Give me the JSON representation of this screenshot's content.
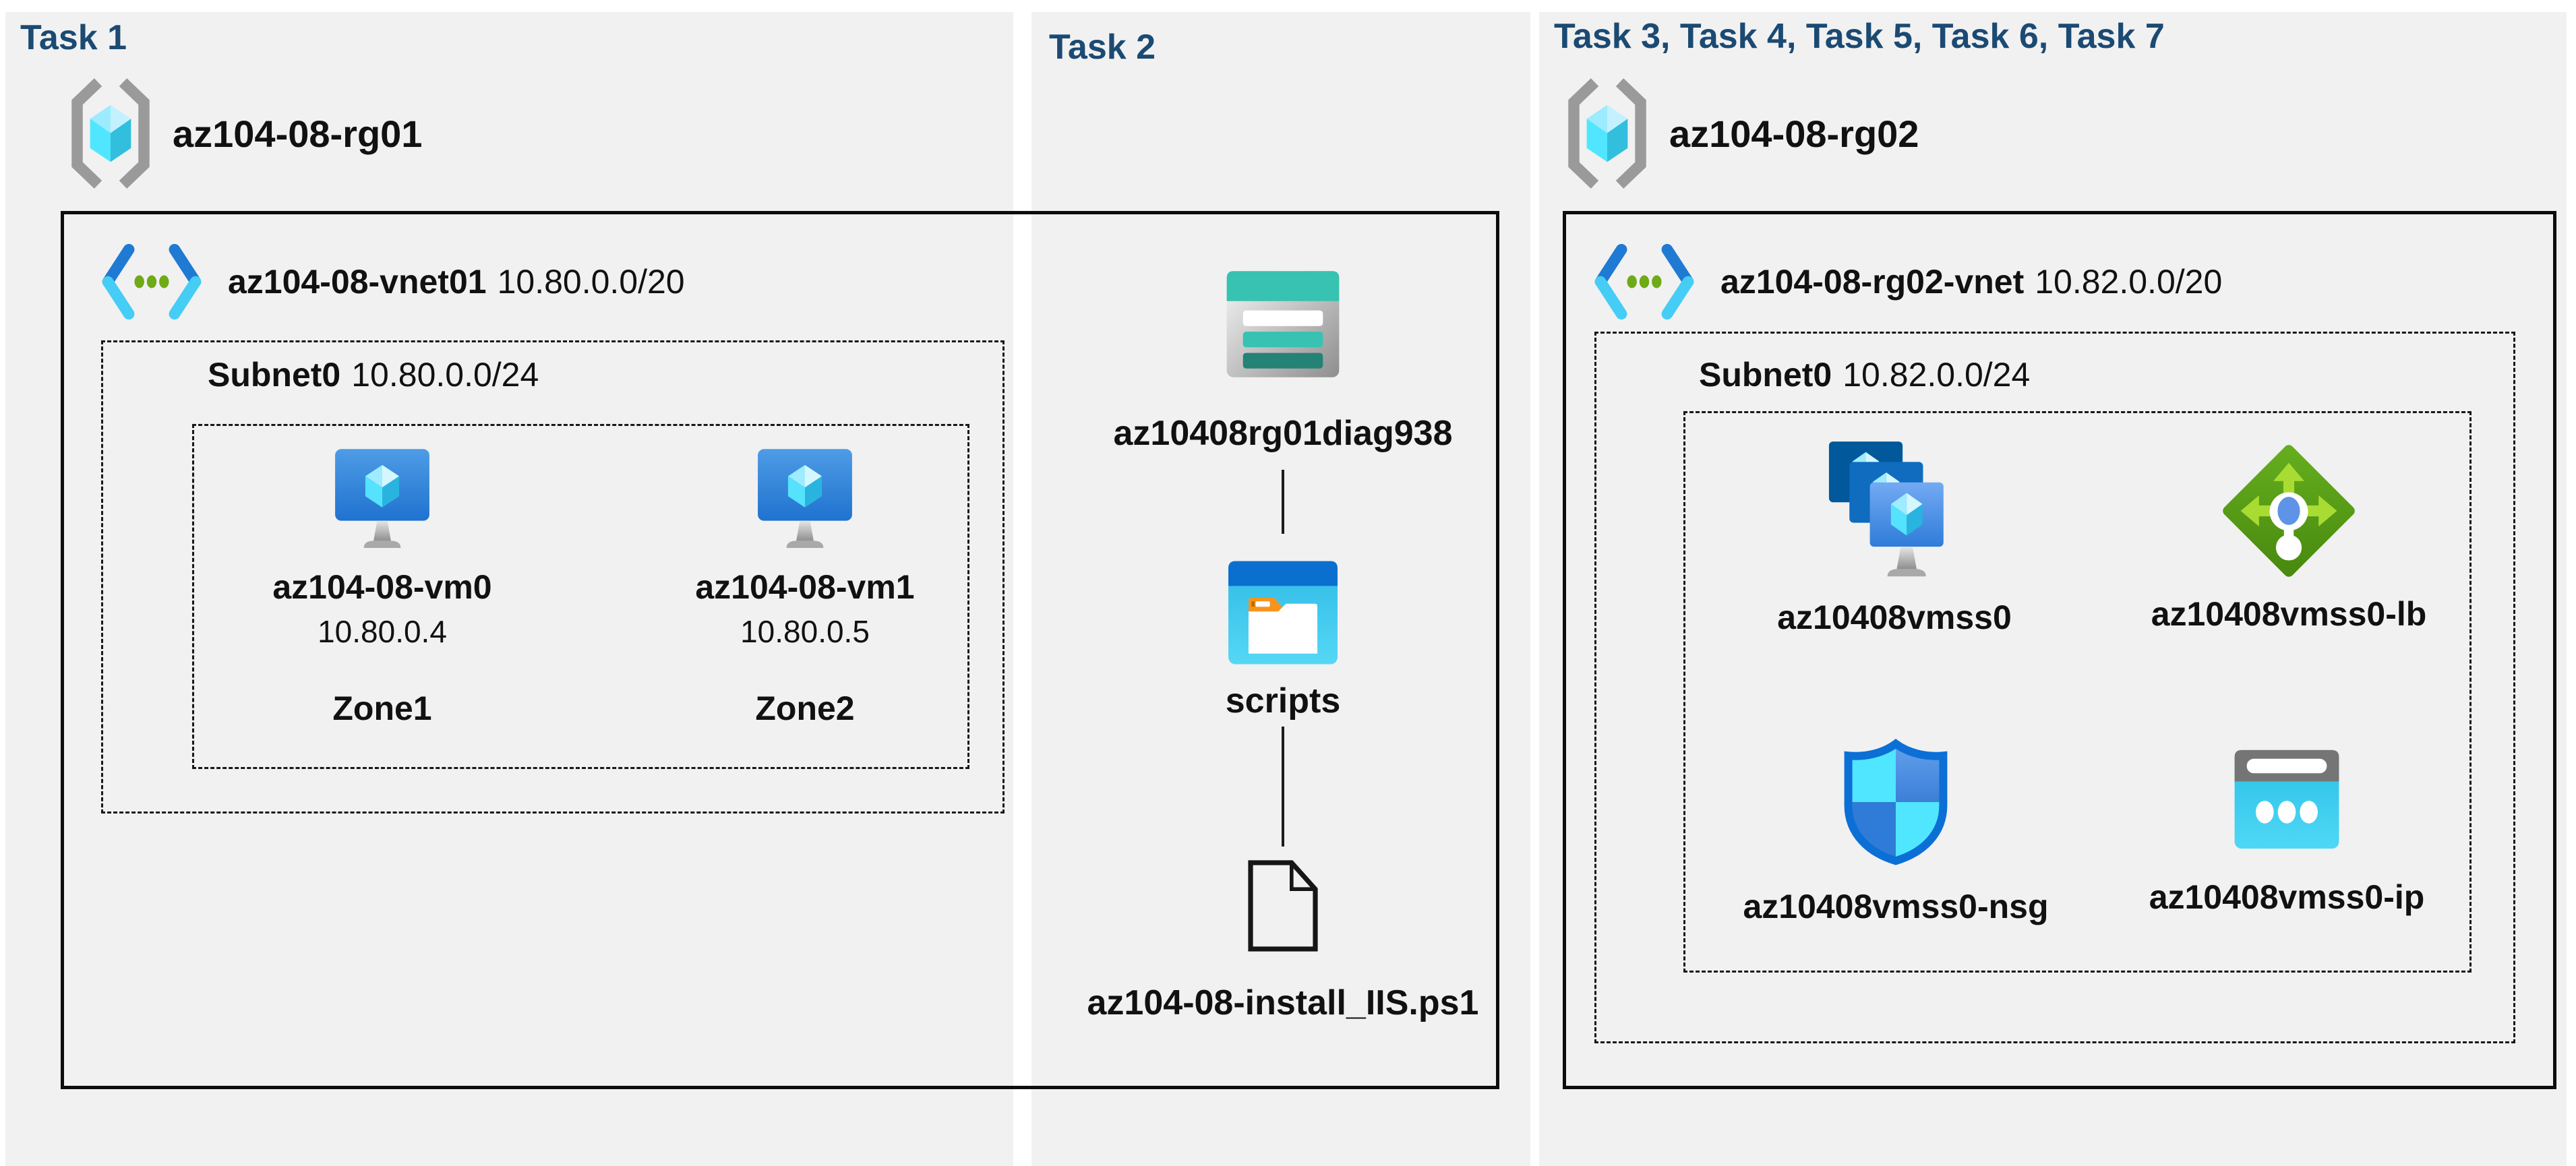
{
  "headings": {
    "task1": "Task 1",
    "task2": "Task 2",
    "task3": "Task 3, Task 4, Task 5, Task 6, Task 7"
  },
  "colors": {
    "panel_bg": "#f1f1f1",
    "heading": "#1b4a73",
    "teal": "#37c2b1",
    "teal_dark": "#258277",
    "azure_blue": "#0b6fd0",
    "cyan": "#50e6ff",
    "lb_green": "#5ba71b",
    "orange_tab": "#f7941e"
  },
  "icons": {
    "resource_group": "resource-group-icon",
    "virtual_network": "virtual-network-icon",
    "virtual_machine": "virtual-machine-icon",
    "storage_account": "storage-account-icon",
    "folder": "folder-icon",
    "file": "file-icon",
    "vmss": "vm-scale-set-icon",
    "load_balancer": "load-balancer-icon",
    "nsg": "network-security-group-icon",
    "public_ip": "public-ip-icon"
  },
  "task1": {
    "resource_group": "az104-08-rg01",
    "vnet": {
      "name": "az104-08-vnet01",
      "cidr": "10.80.0.0/20"
    },
    "subnet": {
      "name": "Subnet0",
      "cidr": "10.80.0.0/24"
    },
    "vms": [
      {
        "name": "az104-08-vm0",
        "ip": "10.80.0.4",
        "zone": "Zone1"
      },
      {
        "name": "az104-08-vm1",
        "ip": "10.80.0.5",
        "zone": "Zone2"
      }
    ]
  },
  "task2": {
    "storage_account": "az10408rg01diag938",
    "folder": "scripts",
    "file": "az104-08-install_IIS.ps1"
  },
  "task3": {
    "resource_group": "az104-08-rg02",
    "vnet": {
      "name": "az104-08-rg02-vnet",
      "cidr": "10.82.0.0/20"
    },
    "subnet": {
      "name": "Subnet0",
      "cidr": "10.82.0.0/24"
    },
    "resources": [
      {
        "name": "az10408vmss0"
      },
      {
        "name": "az10408vmss0-lb"
      },
      {
        "name": "az10408vmss0-nsg"
      },
      {
        "name": "az10408vmss0-ip"
      }
    ]
  }
}
